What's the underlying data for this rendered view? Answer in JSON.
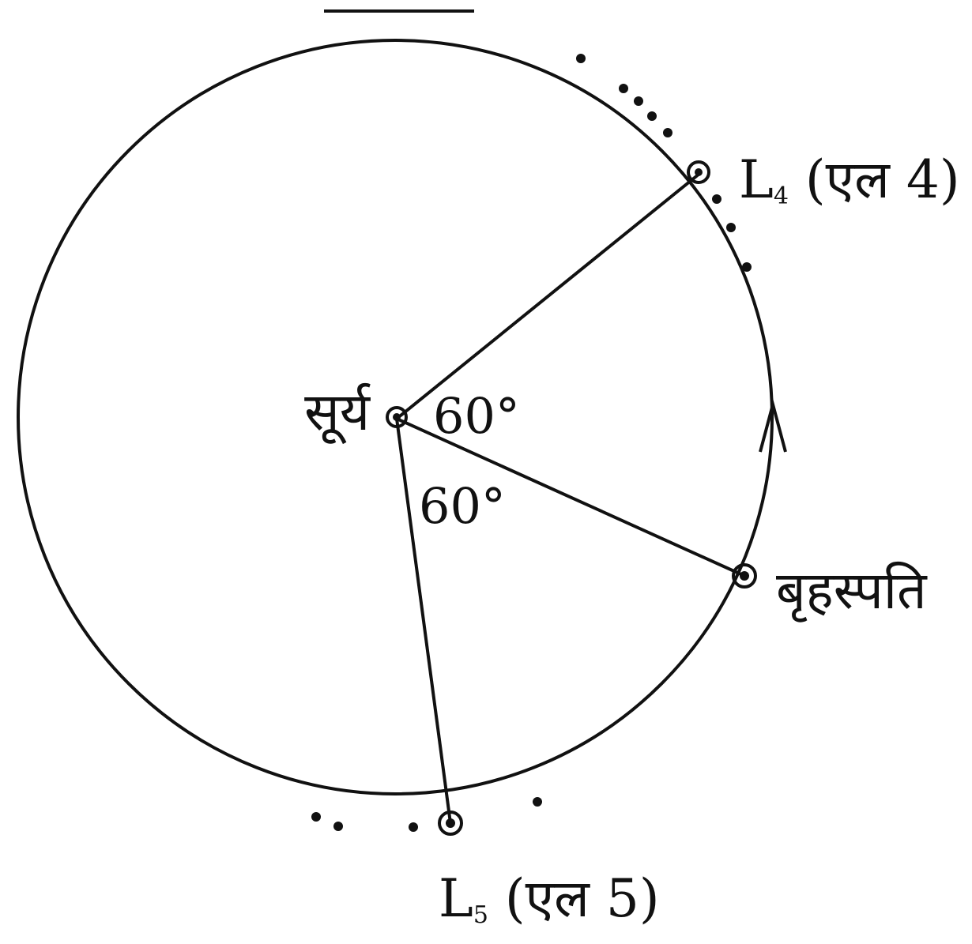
{
  "labels": {
    "sun": "सूर्य",
    "jupiter": "बृहस्पति",
    "l4_main": "L",
    "l4_sub": "4",
    "l4_rest": " (एल 4)",
    "l5_main": "L",
    "l5_sub": "5",
    "l5_rest": " (एल 5)",
    "angle_upper": "60°",
    "angle_lower": "60°"
  },
  "colors": {
    "ink": "#111111",
    "background": "#ffffff"
  }
}
